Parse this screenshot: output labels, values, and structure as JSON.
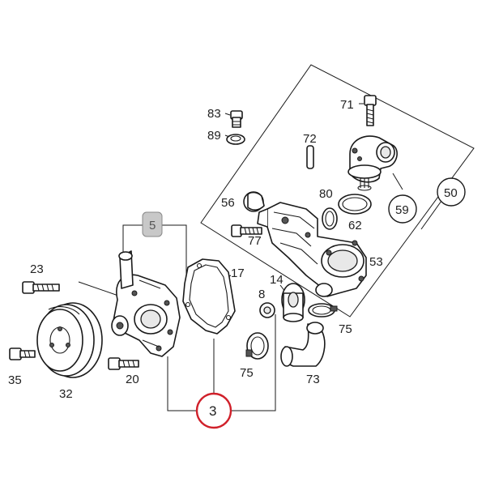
{
  "callouts": {
    "c83": "83",
    "c89": "89",
    "c71": "71",
    "c72": "72",
    "c50": "50",
    "c56": "56",
    "c80": "80",
    "c59": "59",
    "c62": "62",
    "c77": "77",
    "c53": "53",
    "c5": "5",
    "c23": "23",
    "c17": "17",
    "c14": "14",
    "c8": "8",
    "c75a": "75",
    "c75b": "75",
    "c73": "73",
    "c35": "35",
    "c32": "32",
    "c20": "20",
    "c3": "3"
  },
  "colors": {
    "highlight_ring": "#d0202a",
    "grey_badge": "#c8c8c8",
    "line": "#1a1a1a"
  }
}
